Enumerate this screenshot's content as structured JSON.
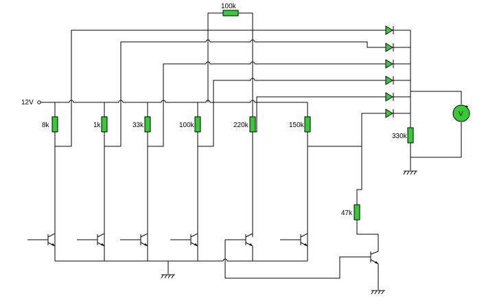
{
  "supply": {
    "label": "12V"
  },
  "feedback_resistor": {
    "label": "100k"
  },
  "collector_resistors": [
    {
      "label": "8k"
    },
    {
      "label": "1k"
    },
    {
      "label": "33k"
    },
    {
      "label": "100k"
    },
    {
      "label": "220k"
    },
    {
      "label": "150k"
    }
  ],
  "divider_resistor": {
    "label": "330k"
  },
  "base_resistor": {
    "label": "47k"
  },
  "meter": {
    "label": "V"
  },
  "diode_count": 6,
  "transistor_count": 7,
  "colors": {
    "component_fill": "#33cc33",
    "wire": "#000000"
  }
}
